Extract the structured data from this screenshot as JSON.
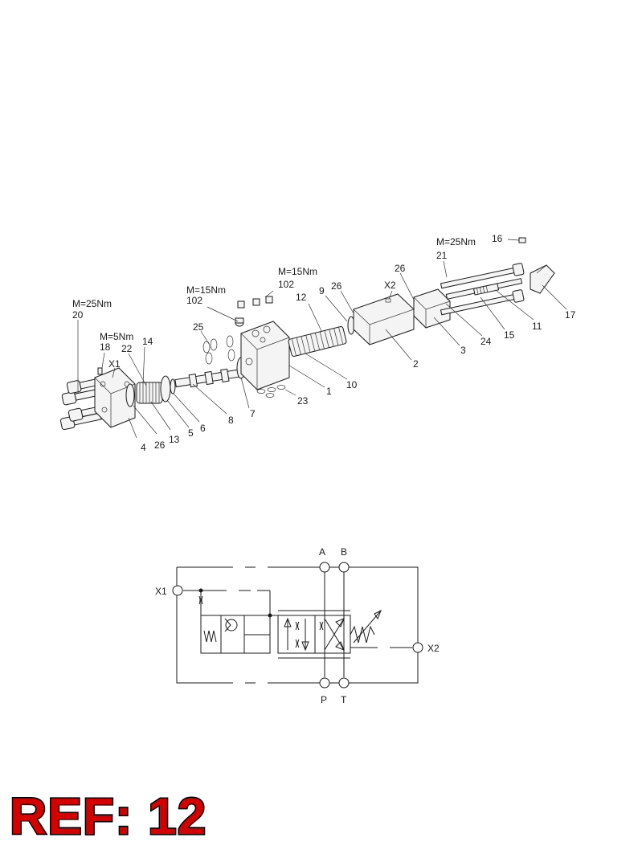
{
  "exploded_view": {
    "callouts": [
      {
        "id": "c20",
        "lines": [
          "M=25Nm",
          "20"
        ]
      },
      {
        "id": "c18",
        "lines": [
          "M=5Nm",
          "18"
        ]
      },
      {
        "id": "cX1",
        "lines": [
          "X1"
        ]
      },
      {
        "id": "c22",
        "lines": [
          "22"
        ]
      },
      {
        "id": "c14",
        "lines": [
          "14"
        ]
      },
      {
        "id": "c4",
        "lines": [
          "4"
        ]
      },
      {
        "id": "c26a",
        "lines": [
          "26"
        ]
      },
      {
        "id": "c13",
        "lines": [
          "13"
        ]
      },
      {
        "id": "c5",
        "lines": [
          "5"
        ]
      },
      {
        "id": "c6",
        "lines": [
          "6"
        ]
      },
      {
        "id": "c8",
        "lines": [
          "8"
        ]
      },
      {
        "id": "c7",
        "lines": [
          "7"
        ]
      },
      {
        "id": "c25",
        "lines": [
          "25"
        ]
      },
      {
        "id": "c102a",
        "lines": [
          "M=15Nm",
          "102"
        ]
      },
      {
        "id": "c102b",
        "lines": [
          "M=15Nm",
          "102"
        ]
      },
      {
        "id": "c12",
        "lines": [
          "12"
        ]
      },
      {
        "id": "c9",
        "lines": [
          "9"
        ]
      },
      {
        "id": "c26b",
        "lines": [
          "26"
        ]
      },
      {
        "id": "c1",
        "lines": [
          "1"
        ]
      },
      {
        "id": "c23",
        "lines": [
          "23"
        ]
      },
      {
        "id": "c10",
        "lines": [
          "10"
        ]
      },
      {
        "id": "cX2",
        "lines": [
          "X2"
        ]
      },
      {
        "id": "c26c",
        "lines": [
          "26"
        ]
      },
      {
        "id": "c2",
        "lines": [
          "2"
        ]
      },
      {
        "id": "c21",
        "lines": [
          "M=25Nm",
          "21"
        ]
      },
      {
        "id": "c16",
        "lines": [
          "16"
        ]
      },
      {
        "id": "c3",
        "lines": [
          "3"
        ]
      },
      {
        "id": "c24",
        "lines": [
          "24"
        ]
      },
      {
        "id": "c15",
        "lines": [
          "15"
        ]
      },
      {
        "id": "c11",
        "lines": [
          "11"
        ]
      },
      {
        "id": "c17",
        "lines": [
          "17"
        ]
      }
    ]
  },
  "schematic": {
    "ports": {
      "A": "A",
      "B": "B",
      "P": "P",
      "T": "T",
      "X1": "X1",
      "X2": "X2"
    }
  },
  "ref_label": "REF: 12"
}
